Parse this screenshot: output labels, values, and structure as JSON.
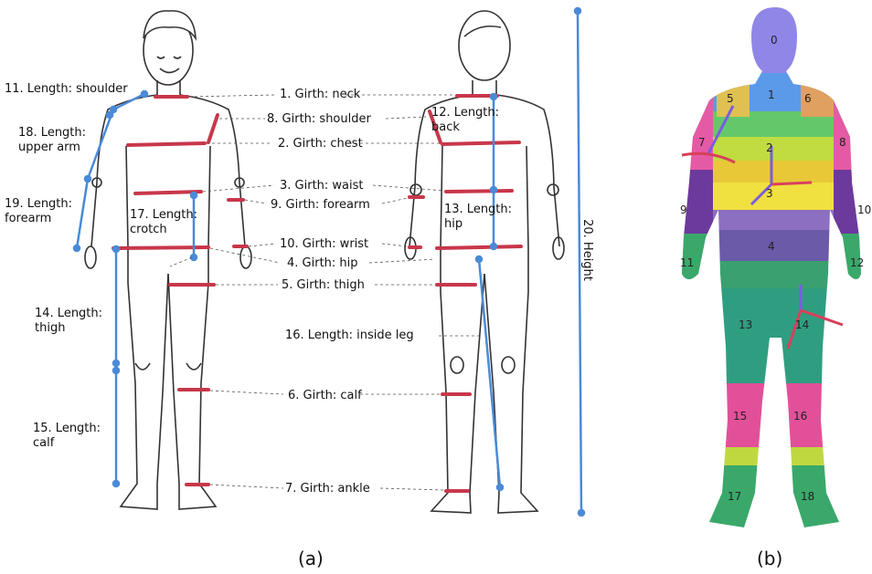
{
  "captions": {
    "left": "(a)",
    "right": "(b)"
  },
  "labels": {
    "neck": "1. Girth: neck",
    "chest": "2. Girth: chest",
    "waist": "3. Girth: waist",
    "hip": "4. Girth: hip",
    "thigh": "5. Girth: thigh",
    "calf": "6. Girth: calf",
    "ankle": "7. Girth: ankle",
    "shoulder_girth": "8. Girth: shoulder",
    "forearm": "9. Girth: forearm",
    "wrist": "10. Girth: wrist",
    "shoulder_len": "11. Length: shoulder",
    "back_len": "12. Length: back",
    "hip_len": "13. Length: hip",
    "thigh_len": "14. Length: thigh",
    "calf_len": "15. Length: calf",
    "inside_leg": "16. Length: inside leg",
    "crotch_len": "17. Length: crotch",
    "upper_arm": "18. Length: upper arm",
    "forearm_len": "19. Length: forearm",
    "height": "20. Height"
  },
  "segments": [
    "0",
    "1",
    "2",
    "3",
    "4",
    "5",
    "6",
    "7",
    "8",
    "9",
    "10",
    "11",
    "12",
    "13",
    "14",
    "15",
    "16",
    "17",
    "18"
  ],
  "colors": {
    "girth": "#c8374a",
    "length": "#4a8ad8",
    "outline": "#333333"
  }
}
